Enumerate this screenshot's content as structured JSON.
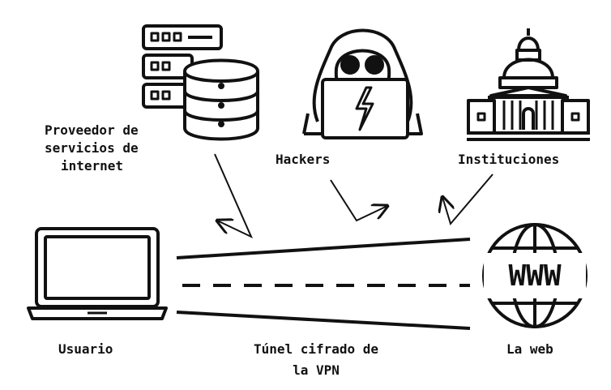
{
  "nodes": {
    "isp": {
      "lines": [
        "Proveedor de",
        "servicios de",
        "internet"
      ],
      "icon": "server-database-icon"
    },
    "hackers": {
      "label": "Hackers",
      "icon": "hacker-icon"
    },
    "institutions": {
      "label": "Instituciones",
      "icon": "capitol-building-icon"
    },
    "user": {
      "label": "Usuario",
      "icon": "laptop-icon"
    },
    "web": {
      "label": "La web",
      "icon": "globe-www-icon",
      "globe_text": "WWW"
    }
  },
  "tunnel": {
    "lines": [
      "Túnel cifrado de",
      "la VPN"
    ]
  },
  "colors": {
    "stroke": "#111111",
    "background": "#ffffff"
  }
}
